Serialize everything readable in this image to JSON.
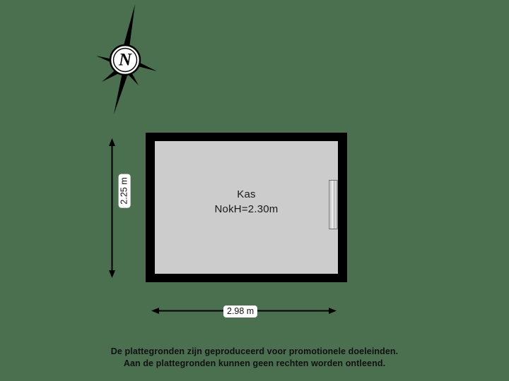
{
  "page": {
    "background_color": "#4a7050",
    "title": "Floor plan"
  },
  "compass": {
    "label": "N",
    "icon": "compass-north-icon",
    "needle_color": "#000000",
    "dial_color": "#ffffff"
  },
  "room": {
    "name": "Kas",
    "height_label": "NokH=2.30m",
    "fill_color": "#cccccc",
    "wall_color": "#000000"
  },
  "openings": [
    {
      "name": "window-right-wall",
      "type": "window"
    }
  ],
  "dimensions": {
    "vertical": {
      "value": "2.25 m",
      "orientation": "vertical"
    },
    "horizontal": {
      "value": "2.98 m",
      "orientation": "horizontal"
    }
  },
  "disclaimer": {
    "line1": "De plattegronden zijn geproduceerd voor promotionele doeleinden.",
    "line2": "Aan de plattegronden kunnen geen rechten worden ontleend."
  }
}
